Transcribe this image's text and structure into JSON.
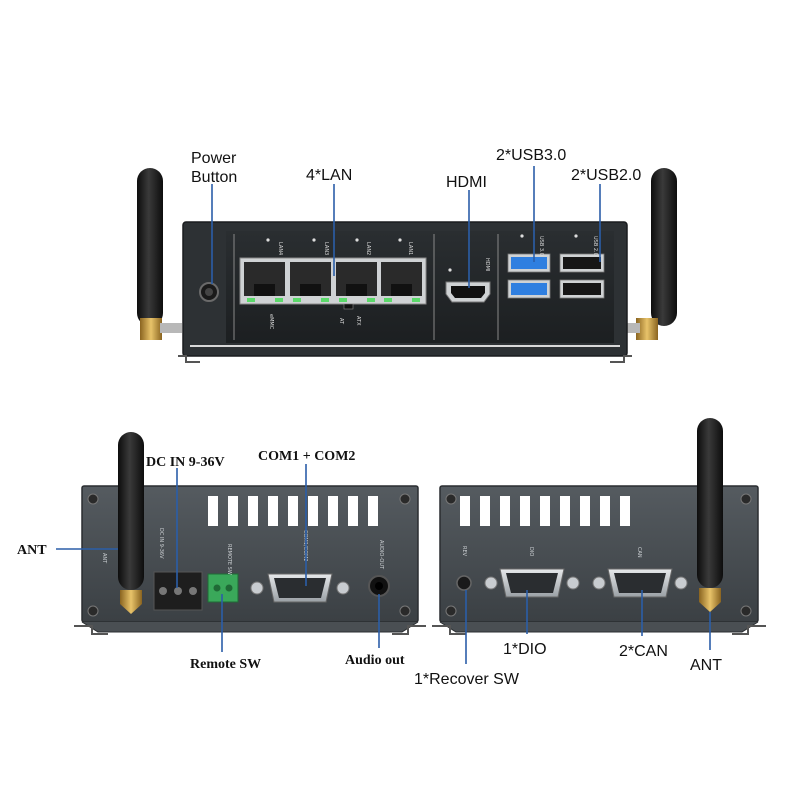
{
  "colors": {
    "chassis": "#3d4246",
    "chassis_dark": "#26292c",
    "panel_light": "#5a6065",
    "leader": "#2b5ea8",
    "usb3_blue": "#2f7fe0",
    "antenna_black": "#1b1b1b",
    "connector_gold": "#c9a040",
    "terminal_green": "#3aa85a"
  },
  "front": {
    "labels": {
      "power_button": [
        "Power",
        "Button"
      ],
      "lan": "4*LAN",
      "hdmi": "HDMI",
      "usb3": "2*USB3.0",
      "usb2": "2*USB2.0"
    },
    "silkscreen": {
      "lan_ports": [
        "LAN4",
        "LAN3",
        "LAN2",
        "LAN1"
      ],
      "hdmi": "HDMI",
      "usb3": "USB 3.0",
      "usb2": "USB 2.0",
      "emmc": "eMMC",
      "at": "AT",
      "atx": "ATX"
    }
  },
  "rear_left": {
    "labels": {
      "dc_in": "DC IN 9-36V",
      "com": "COM1 + COM2",
      "ant": "ANT",
      "remote_sw": "Remote SW",
      "audio_out": "Audio out"
    },
    "silkscreen": {
      "ant": "ANT",
      "dc_in": "DC IN 9-36V",
      "remote": "REMOTE SW",
      "com": "COM1/COM2",
      "audio": "AUDIO-OUT"
    }
  },
  "rear_right": {
    "labels": {
      "recover_sw": "1*Recover SW",
      "dio": "1*DIO",
      "can": "2*CAN",
      "ant": "ANT"
    },
    "silkscreen": {
      "rev": "REV",
      "dio": "DIO",
      "can": "CAN"
    }
  }
}
